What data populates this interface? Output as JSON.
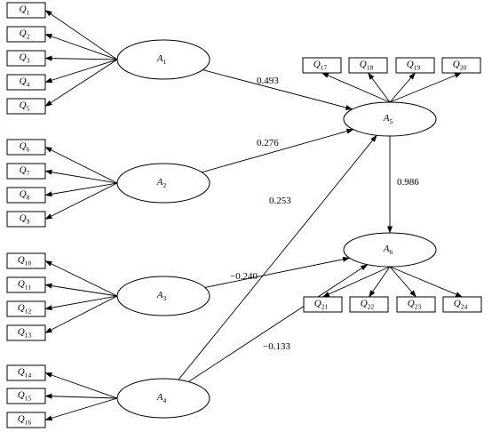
{
  "indicators": [
    {
      "id": "Q1",
      "letter": "Q",
      "sub": "1"
    },
    {
      "id": "Q2",
      "letter": "Q",
      "sub": "2"
    },
    {
      "id": "Q3",
      "letter": "Q",
      "sub": "3"
    },
    {
      "id": "Q4",
      "letter": "Q",
      "sub": "4"
    },
    {
      "id": "Q5",
      "letter": "Q",
      "sub": "5"
    },
    {
      "id": "Q6",
      "letter": "Q",
      "sub": "6"
    },
    {
      "id": "Q7",
      "letter": "Q",
      "sub": "7"
    },
    {
      "id": "Q8",
      "letter": "Q",
      "sub": "8"
    },
    {
      "id": "Q9",
      "letter": "Q",
      "sub": "9"
    },
    {
      "id": "Q10",
      "letter": "Q",
      "sub": "10"
    },
    {
      "id": "Q11",
      "letter": "Q",
      "sub": "11"
    },
    {
      "id": "Q12",
      "letter": "Q",
      "sub": "12"
    },
    {
      "id": "Q13",
      "letter": "Q",
      "sub": "13"
    },
    {
      "id": "Q14",
      "letter": "Q",
      "sub": "14"
    },
    {
      "id": "Q15",
      "letter": "Q",
      "sub": "15"
    },
    {
      "id": "Q16",
      "letter": "Q",
      "sub": "16"
    },
    {
      "id": "Q17",
      "letter": "Q",
      "sub": "17"
    },
    {
      "id": "Q18",
      "letter": "Q",
      "sub": "18"
    },
    {
      "id": "Q19",
      "letter": "Q",
      "sub": "19"
    },
    {
      "id": "Q20",
      "letter": "Q",
      "sub": "20"
    },
    {
      "id": "Q21",
      "letter": "Q",
      "sub": "21"
    },
    {
      "id": "Q22",
      "letter": "Q",
      "sub": "22"
    },
    {
      "id": "Q23",
      "letter": "Q",
      "sub": "23"
    },
    {
      "id": "Q24",
      "letter": "Q",
      "sub": "24"
    }
  ],
  "latents": [
    {
      "id": "A1",
      "letter": "A",
      "sub": "1"
    },
    {
      "id": "A2",
      "letter": "A",
      "sub": "2"
    },
    {
      "id": "A3",
      "letter": "A",
      "sub": "3"
    },
    {
      "id": "A4",
      "letter": "A",
      "sub": "4"
    },
    {
      "id": "A5",
      "letter": "A",
      "sub": "5"
    },
    {
      "id": "A6",
      "letter": "A",
      "sub": "6"
    }
  ],
  "measurement": [
    {
      "latent": "A1",
      "indicators": [
        "Q1",
        "Q2",
        "Q3",
        "Q4",
        "Q5"
      ]
    },
    {
      "latent": "A2",
      "indicators": [
        "Q6",
        "Q7",
        "Q8",
        "Q9"
      ]
    },
    {
      "latent": "A3",
      "indicators": [
        "Q10",
        "Q11",
        "Q12",
        "Q13"
      ]
    },
    {
      "latent": "A4",
      "indicators": [
        "Q14",
        "Q15",
        "Q16"
      ]
    },
    {
      "latent": "A5",
      "indicators": [
        "Q17",
        "Q18",
        "Q19",
        "Q20"
      ]
    },
    {
      "latent": "A6",
      "indicators": [
        "Q21",
        "Q22",
        "Q23",
        "Q24"
      ]
    }
  ],
  "paths": [
    {
      "from": "A1",
      "to": "A5",
      "coef": "0.493"
    },
    {
      "from": "A2",
      "to": "A5",
      "coef": "0.276"
    },
    {
      "from": "A4",
      "to": "A5",
      "coef": "0.253"
    },
    {
      "from": "A5",
      "to": "A6",
      "coef": "0.986"
    },
    {
      "from": "A3",
      "to": "A6",
      "coef": "−0.240"
    },
    {
      "from": "A4",
      "to": "A6",
      "coef": "−0.133"
    }
  ]
}
